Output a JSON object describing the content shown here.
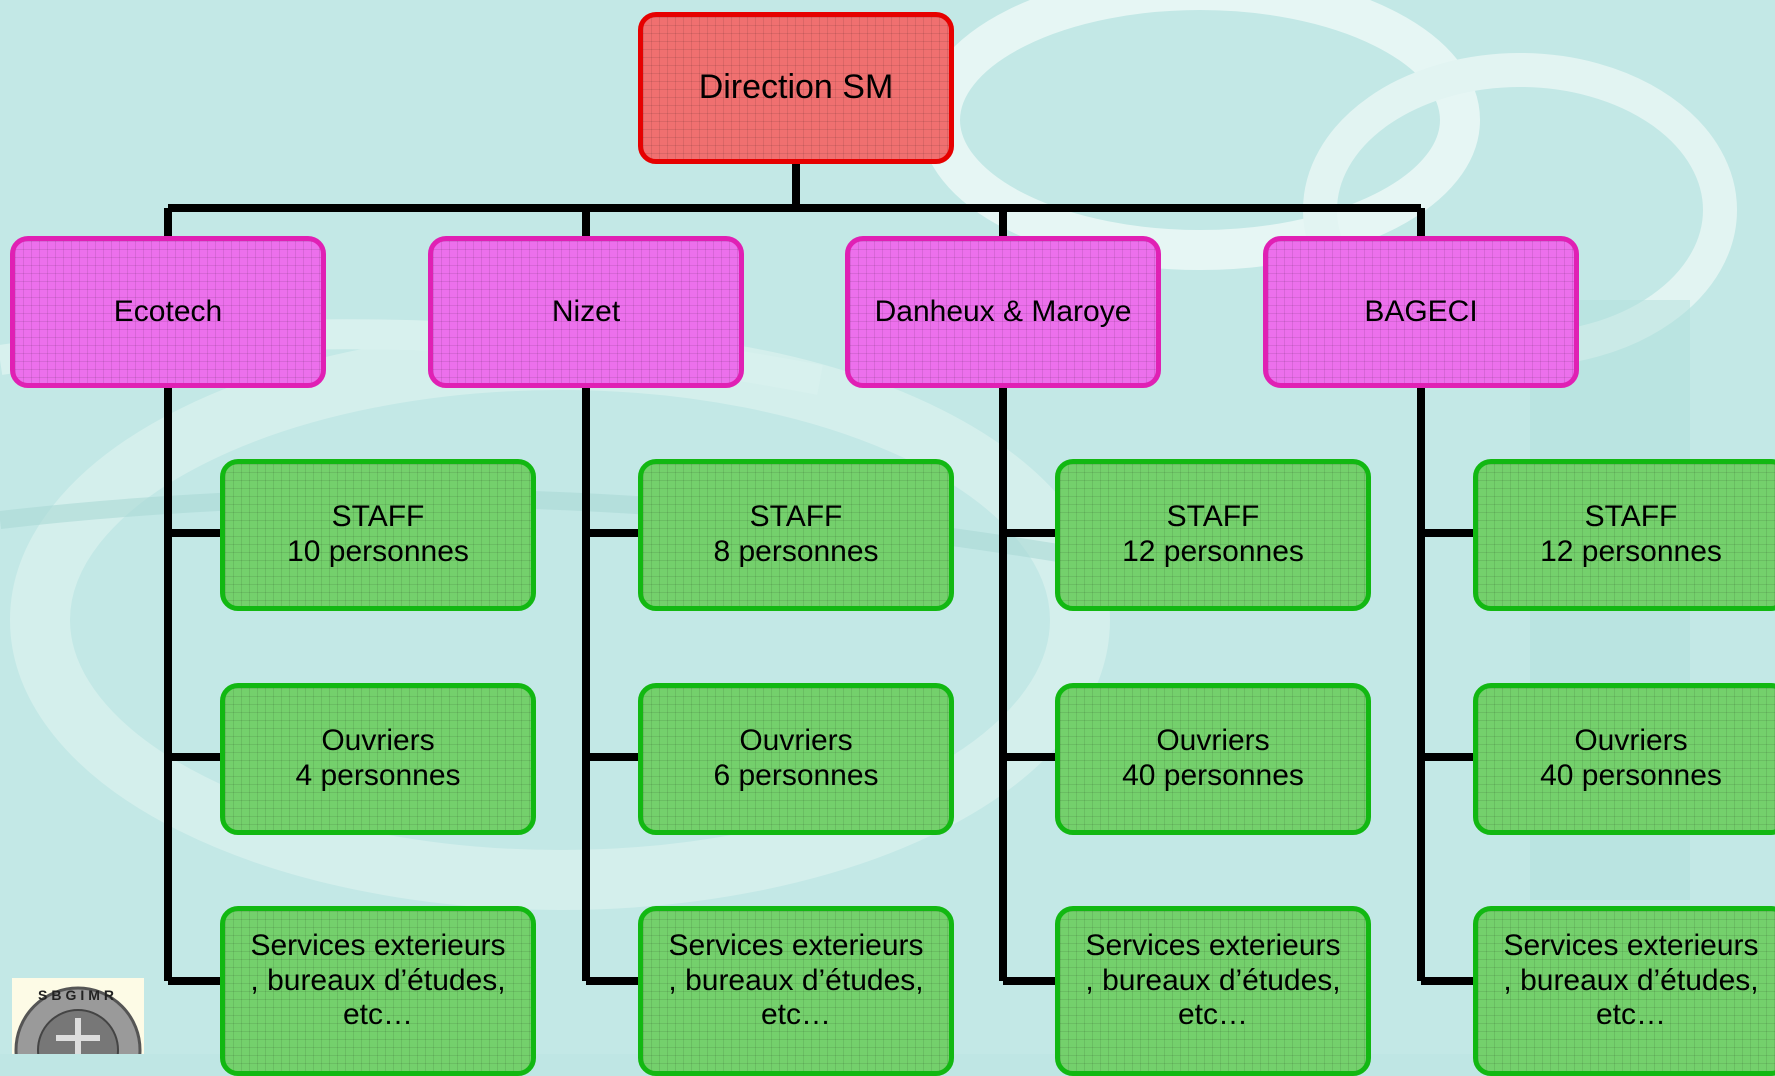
{
  "root": {
    "label": "Direction SM"
  },
  "companies": [
    {
      "name": "Ecotech",
      "units": [
        {
          "line1": "STAFF",
          "line2": "10 personnes"
        },
        {
          "line1": "Ouvriers",
          "line2": "4 personnes"
        },
        {
          "line1": "Services exterieurs",
          "line2": ", bureaux d’études,",
          "line3": "etc…"
        }
      ]
    },
    {
      "name": "Nizet",
      "units": [
        {
          "line1": "STAFF",
          "line2": "8 personnes"
        },
        {
          "line1": "Ouvriers",
          "line2": "6 personnes"
        },
        {
          "line1": "Services exterieurs",
          "line2": ", bureaux d’études,",
          "line3": "etc…"
        }
      ]
    },
    {
      "name": "Danheux & Maroye",
      "units": [
        {
          "line1": "STAFF",
          "line2": "12 personnes"
        },
        {
          "line1": "Ouvriers",
          "line2": "40 personnes"
        },
        {
          "line1": "Services exterieurs",
          "line2": ", bureaux d’études,",
          "line3": "etc…"
        }
      ]
    },
    {
      "name": "BAGECI",
      "units": [
        {
          "line1": "STAFF",
          "line2": "12 personnes"
        },
        {
          "line1": "Ouvriers",
          "line2": "40 personnes"
        },
        {
          "line1": "Services exterieurs",
          "line2": ", bureaux d’études,",
          "line3": "etc…"
        }
      ]
    }
  ],
  "logo": {
    "text": "SBGIMR"
  },
  "colors": {
    "background": "#bfe6e4",
    "root_fill": "#f07070",
    "root_border": "#e60000",
    "company_fill": "#ec70ec",
    "company_border": "#e020b4",
    "unit_fill": "#74d06c",
    "unit_border": "#12b812",
    "connector": "#000000"
  }
}
